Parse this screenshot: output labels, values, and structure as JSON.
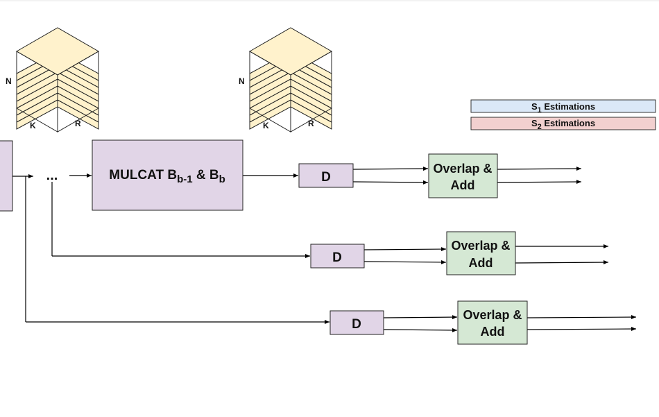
{
  "cubes": [
    {
      "left_label": "N",
      "bottom_left_label": "K",
      "bottom_right_label": "R"
    },
    {
      "left_label": "N",
      "bottom_left_label": "K",
      "bottom_right_label": "R"
    }
  ],
  "legend": [
    {
      "prefix": "S",
      "sub": "1",
      "suffix": " Estimations",
      "color": "#dbe8f7"
    },
    {
      "prefix": "S",
      "sub": "2",
      "suffix": " Estimations",
      "color": "#f2d0cf"
    }
  ],
  "mulcat": {
    "prefix": "MULCAT B",
    "sub1": "b-1",
    "mid": " & B",
    "sub2": "b"
  },
  "ellipsis": "...",
  "d_label": "D",
  "overlap": {
    "line1": "Overlap &",
    "line2": "Add"
  },
  "colors": {
    "purple": "#e1d5e7",
    "green": "#d5e8d4",
    "cube": "#fff2cc"
  }
}
